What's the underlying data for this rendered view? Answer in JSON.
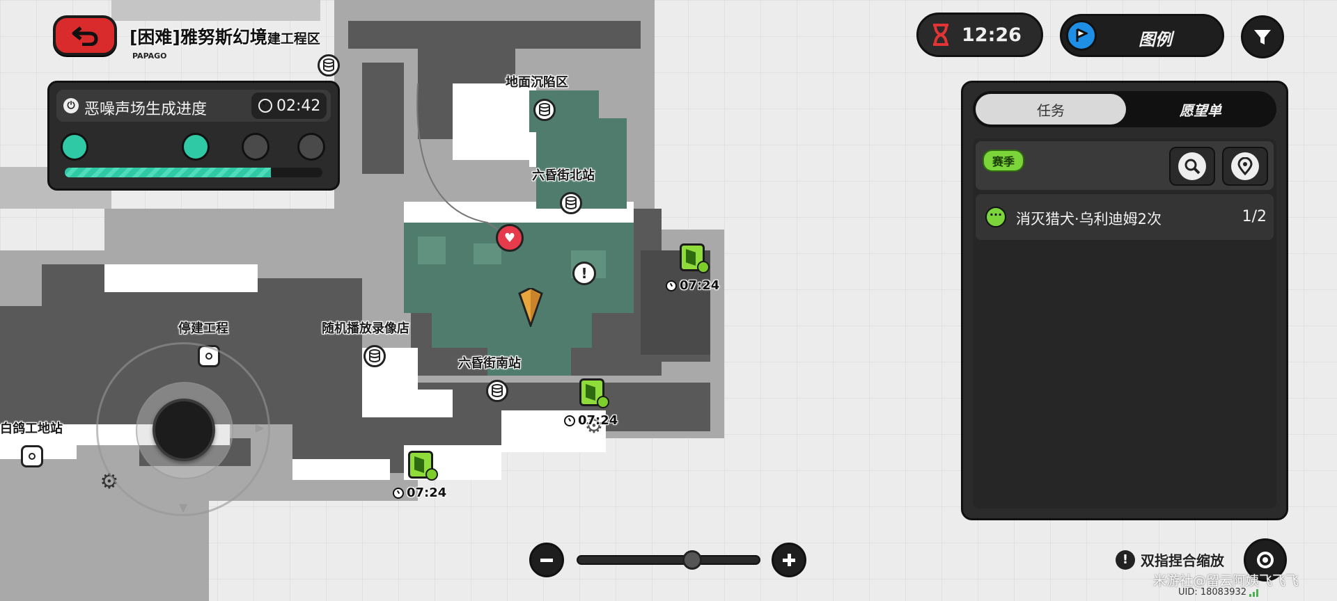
{
  "header": {
    "dungeon_title": "[困难]雅努斯幻境",
    "dungeon_title_overlap": "建工程区",
    "subtitle": "PAPAGO",
    "timer": "12:26",
    "legend_label": "图例"
  },
  "progress_panel": {
    "title": "恶噪声场生成进度",
    "countdown": "02:42",
    "fill": 0.8
  },
  "map": {
    "labels": {
      "ground_collapse": "地面沉陷区",
      "north_station": "六昏街北站",
      "south_station": "六昏街南站",
      "construction_stop": "停建工程",
      "video_store": "随机播放录像店",
      "pigeon_site": "白鸽工地站"
    },
    "timers": [
      "07:24",
      "07:24",
      "07:24"
    ]
  },
  "task_panel": {
    "tabs": [
      "任务",
      "愿望单"
    ],
    "season_tag": "赛季",
    "tasks": [
      {
        "text": "消灭猎犬·乌利迪姆2次",
        "progress": "1/2"
      }
    ]
  },
  "zoom": {
    "level": 0.63,
    "hint": "双指捏合缩放"
  },
  "watermark": {
    "text": "米游社@留云阿姨飞飞飞",
    "uid": "UID: 18083932"
  },
  "colors": {
    "accent_green": "#8fdc3a",
    "map_teal": "#4f7c6c",
    "progress_teal": "#2fc9a5",
    "heart_red": "#e53b4a",
    "panel_dark": "#2b2b2b"
  }
}
